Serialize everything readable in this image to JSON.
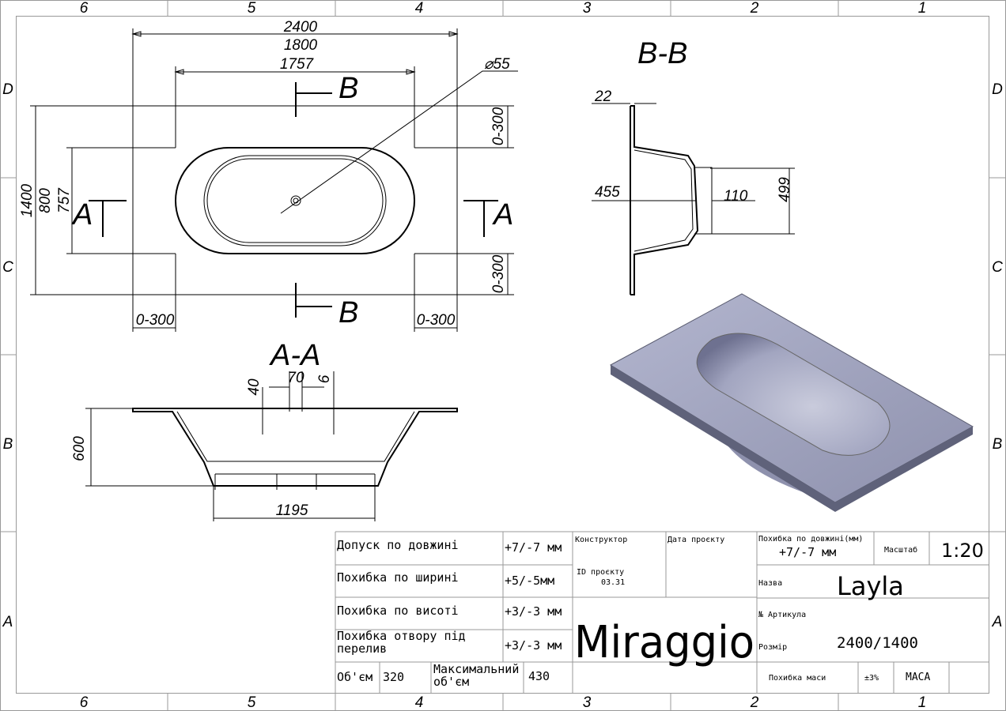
{
  "frame": {
    "columns": [
      "6",
      "5",
      "4",
      "3",
      "2",
      "1"
    ],
    "rows": [
      "D",
      "C",
      "B",
      "A"
    ]
  },
  "top_view": {
    "dims": {
      "overall_length": "2400",
      "length_1800": "1800",
      "inner_length": "1757",
      "drain_dia": "⌀55",
      "overall_width": "1400",
      "width_800": "800",
      "width_757": "757",
      "margin_top": "0-300",
      "margin_bottom": "0-300",
      "margin_left": "0-300",
      "margin_right": "0-300"
    },
    "section_marks": {
      "b": "B",
      "a": "A"
    }
  },
  "section_bb": {
    "title": "B-B",
    "dims": {
      "flange": "22",
      "depth": "455",
      "drain": "110",
      "height": "499"
    }
  },
  "section_aa": {
    "title": "A-A",
    "dims": {
      "d40": "40",
      "d70": "70",
      "d6": "6",
      "height": "600",
      "bottom": "1195"
    }
  },
  "title_block": {
    "rows": [
      {
        "label": "Допуск по довжині",
        "value": "+7/-7 мм"
      },
      {
        "label": "Похибка по ширині",
        "value": "+5/-5мм"
      },
      {
        "label": "Похибка по висоті",
        "value": "+3/-3 мм"
      },
      {
        "label_1": "Похибка отвору під",
        "label_2": "перелив",
        "value": "+3/-3 мм"
      }
    ],
    "volume_label": "Об'єм",
    "volume": "320",
    "max_volume_label_1": "Максимальний",
    "max_volume_label_2": "об'єм",
    "max_volume": "430",
    "designer_label": "Конструктор",
    "date_label": "Дата проєкту",
    "project_id_label": "ID проєкту",
    "project_id": "03.31",
    "brand": "Miraggio",
    "length_tol_label": "Похибка по довжині(мм)",
    "length_tol": "+7/-7 мм",
    "scale_label": "Масштаб",
    "scale": "1:20",
    "name_label": "Назва",
    "name": "Layla",
    "article_label": "№ Артикула",
    "size_label": "Розмір",
    "size": "2400/1400",
    "mass_tol_label": "Похибка маси",
    "mass_tol": "±3%",
    "mass_label": "МАСА"
  },
  "colors": {
    "render_fill": "#a3a6c2",
    "render_dark": "#6f7290"
  }
}
